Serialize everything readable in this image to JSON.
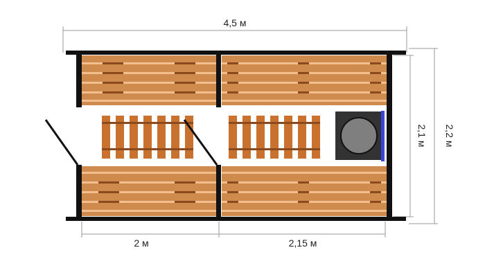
{
  "dimensions": {
    "total_length": "4,5 м",
    "total_width": "2,2 м",
    "inner_width": "2,1 м",
    "room1_length": "2 м",
    "room2_length": "2,15 м"
  },
  "colors": {
    "wood_dark": "#cf8a4e",
    "wood_light": "#f4bf8f",
    "plank": "#c9722f",
    "plank_joint": "#8b4a1d",
    "wall": "#111111",
    "dim_line": "#999999",
    "stove_body": "#333333",
    "stove_top": "#7f7f7f",
    "stove_edge": "#3c45d8"
  }
}
